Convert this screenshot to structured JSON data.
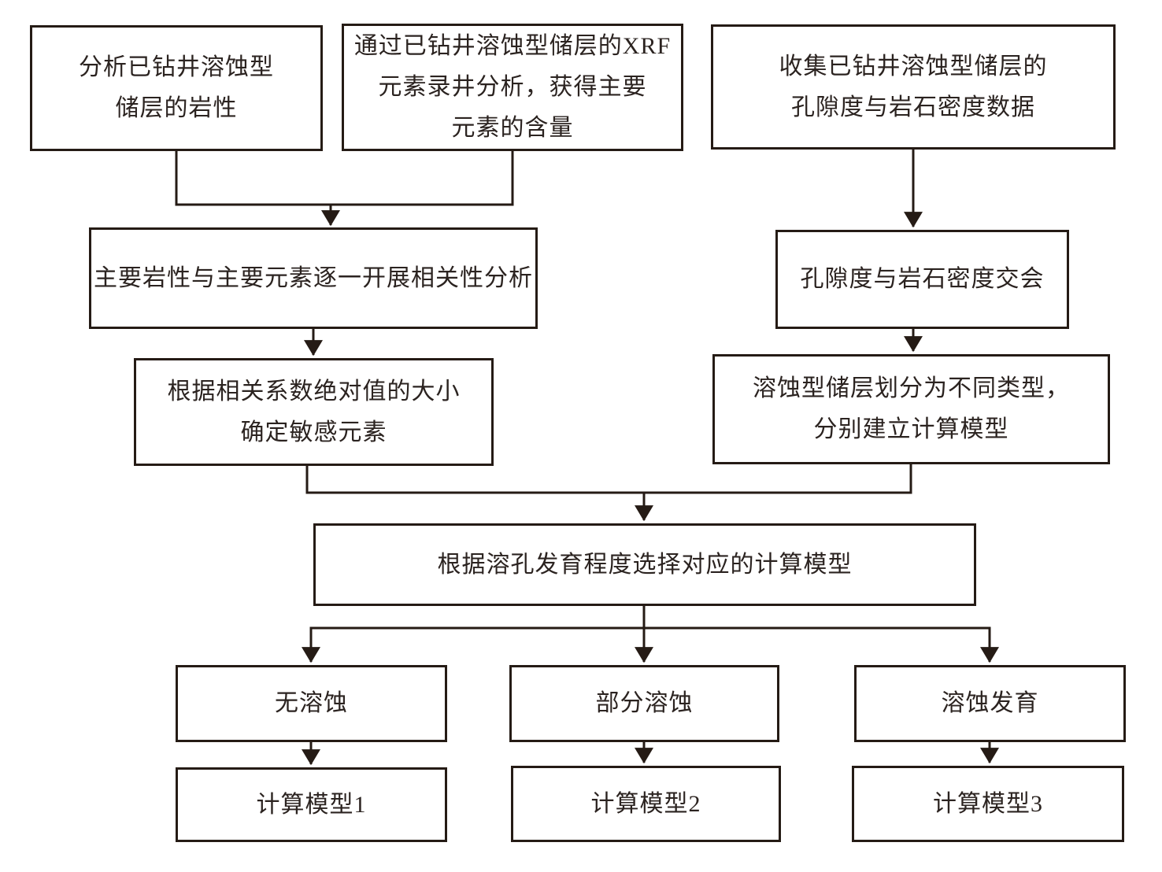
{
  "nodes": {
    "analyze_lithology": {
      "lines": [
        "分析已钻井溶蚀型",
        "储层的岩性"
      ]
    },
    "xrf_element_logging": {
      "lines": [
        "通过已钻井溶蚀型储层的XRF",
        "元素录井分析，获得主要",
        "元素的含量"
      ]
    },
    "collect_porosity_density": {
      "lines": [
        "收集已钻井溶蚀型储层的",
        "孔隙度与岩石密度数据"
      ]
    },
    "correlation_analysis": {
      "lines": [
        "主要岩性与主要元素逐一开展相关性分析"
      ]
    },
    "porosity_density_crossplot": {
      "lines": [
        "孔隙度与岩石密度交会"
      ]
    },
    "determine_sensitive_elements": {
      "lines": [
        "根据相关系数绝对值的大小",
        "确定敏感元素"
      ]
    },
    "classify_reservoir_types": {
      "lines": [
        "溶蚀型储层划分为不同类型，",
        "分别建立计算模型"
      ]
    },
    "select_calculation_model": {
      "lines": [
        "根据溶孔发育程度选择对应的计算模型"
      ]
    },
    "no_dissolution": {
      "lines": [
        "无溶蚀"
      ]
    },
    "partial_dissolution": {
      "lines": [
        "部分溶蚀"
      ]
    },
    "dissolution_developed": {
      "lines": [
        "溶蚀发育"
      ]
    },
    "calculation_model_1": {
      "lines": [
        "计算模型1"
      ]
    },
    "calculation_model_2": {
      "lines": [
        "计算模型2"
      ]
    },
    "calculation_model_3": {
      "lines": [
        "计算模型3"
      ]
    }
  },
  "colors": {
    "line": "#251b15",
    "text": "#2b2320",
    "background": "#ffffff"
  }
}
